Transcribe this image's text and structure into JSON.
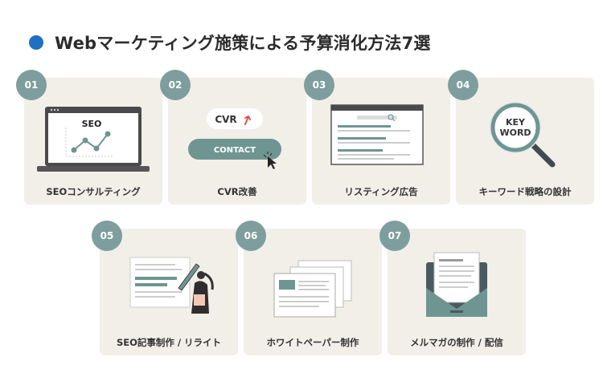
{
  "header": {
    "title": "Webマーケティング施策による予算消化方法7選"
  },
  "colors": {
    "accent_dot": "#1f6fc2",
    "badge": "#7d9e9c",
    "card_bg": "#f1efe8",
    "teal": "#6f9592"
  },
  "cards": [
    {
      "number": "01",
      "label": "SEOコンサルティング",
      "illus_text": "SEO"
    },
    {
      "number": "02",
      "label": "CVR改善",
      "illus_text": "CVR",
      "button_text": "CONTACT"
    },
    {
      "number": "03",
      "label": "リスティング広告"
    },
    {
      "number": "04",
      "label": "キーワード戦略の設計",
      "illus_text_1": "KEY",
      "illus_text_2": "WORD"
    },
    {
      "number": "05",
      "label": "SEO記事制作 / リライト"
    },
    {
      "number": "06",
      "label": "ホワイトペーパー制作"
    },
    {
      "number": "07",
      "label": "メルマガの制作 / 配信"
    }
  ]
}
